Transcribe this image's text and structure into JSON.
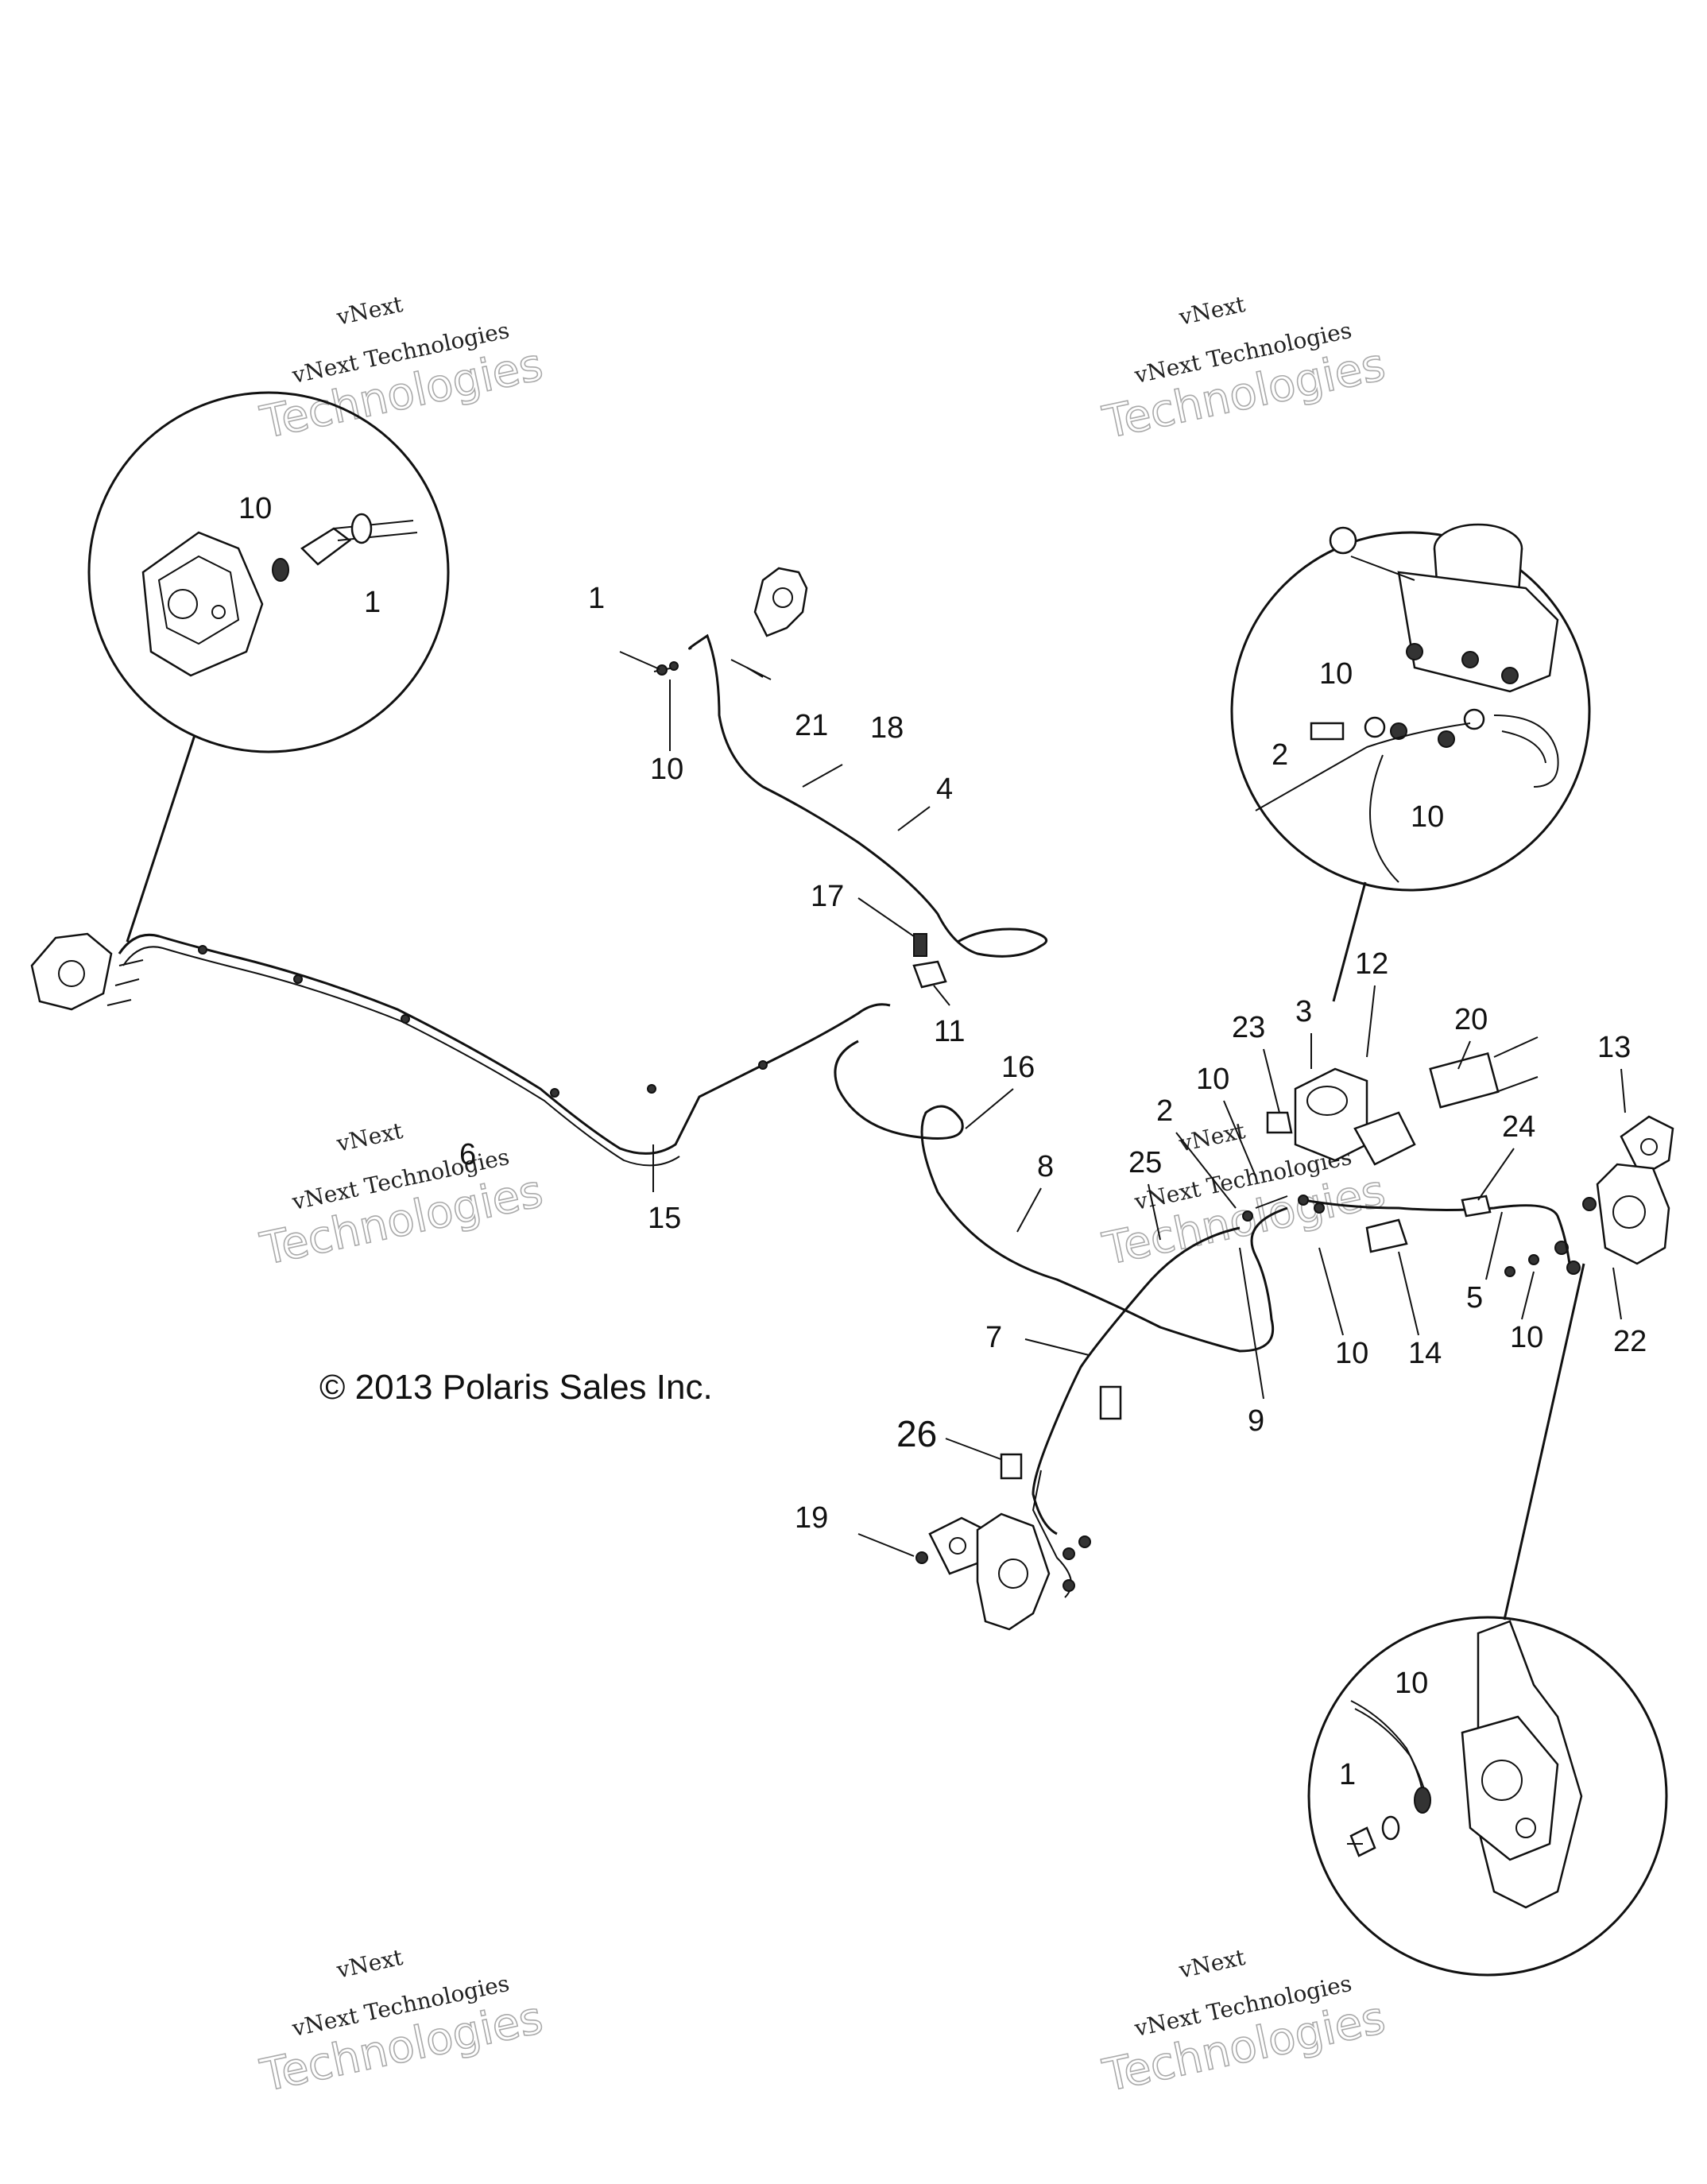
{
  "watermarks": [
    {
      "line1": "vNext",
      "line2": "vNext Technologies",
      "line3": "Technologies"
    },
    {
      "line1": "vNext",
      "line2": "vNext Technologies",
      "line3": "Technologies"
    },
    {
      "line1": "vNext",
      "line2": "vNext Technologies",
      "line3": "Technologies"
    },
    {
      "line1": "vNext",
      "line2": "vNext Technologies",
      "line3": "Technologies"
    },
    {
      "line1": "vNext",
      "line2": "vNext Technologies",
      "line3": "Technologies"
    },
    {
      "line1": "vNext",
      "line2": "vNext Technologies",
      "line3": "Technologies"
    }
  ],
  "copyright": "© 2013 Polaris Sales Inc.",
  "callouts": {
    "c1": "10",
    "c2": "1",
    "c3": "1",
    "c4": "10",
    "c5": "21",
    "c6": "18",
    "c7": "4",
    "c8": "17",
    "c9": "11",
    "c10": "6",
    "c11": "15",
    "c12": "10",
    "c13": "2",
    "c14": "10",
    "c15": "23",
    "c16": "3",
    "c17": "12",
    "c18": "20",
    "c19": "13",
    "c20": "16",
    "c21": "2",
    "c22": "10",
    "c23": "8",
    "c24": "25",
    "c25": "24",
    "c26": "9",
    "c27": "10",
    "c28": "14",
    "c29": "5",
    "c30": "10",
    "c31": "22",
    "c32": "7",
    "c33": "26",
    "c34": "19",
    "c35": "10",
    "c36": "1"
  }
}
